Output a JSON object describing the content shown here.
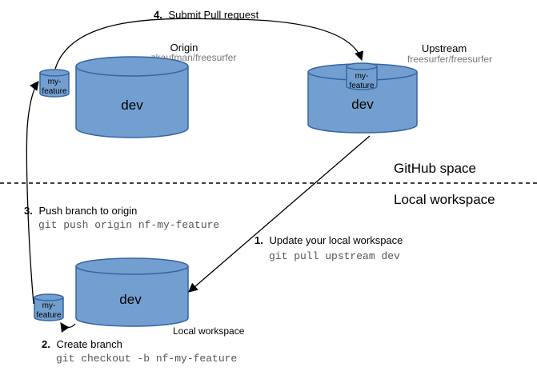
{
  "colors": {
    "cylinder_fill": "#729fcf",
    "cylinder_stroke": "#3465a4",
    "mono_text": "#555555",
    "sub_text": "#777777"
  },
  "origin": {
    "title": "Origin",
    "repo": "zkaufman/freesurfer",
    "db_label": "dev",
    "branch_label_1": "my-",
    "branch_label_2": "feature"
  },
  "upstream": {
    "title": "Upstream",
    "repo": "freesurfer/freesurfer",
    "db_label": "dev",
    "branch_label_1": "my-",
    "branch_label_2": "feature"
  },
  "local": {
    "title": "Local workspace",
    "db_label": "dev",
    "branch_label_1": "my-",
    "branch_label_2": "feature"
  },
  "regions": {
    "github": "GitHub space",
    "local": "Local workspace"
  },
  "steps": [
    {
      "num": "1.",
      "text": "Update your local workspace",
      "cmd": "git pull upstream dev"
    },
    {
      "num": "2.",
      "text": "Create branch",
      "cmd": "git checkout -b nf-my-feature"
    },
    {
      "num": "3.",
      "text": "Push branch to origin",
      "cmd": "git push origin nf-my-feature"
    },
    {
      "num": "4.",
      "text": "Submit Pull request"
    }
  ]
}
